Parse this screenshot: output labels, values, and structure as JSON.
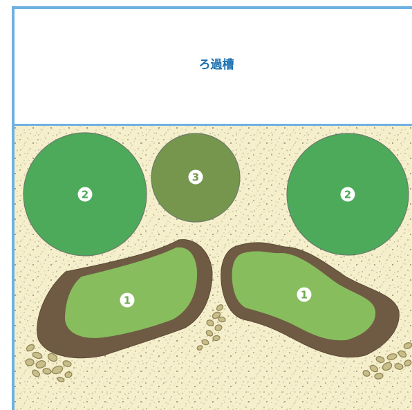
{
  "filter_tank": {
    "label": "ろ過槽"
  },
  "markers": {
    "pond_left": "1",
    "pond_right": "1",
    "tree_left": "2",
    "tree_right": "2",
    "tree_center": "3"
  },
  "colors": {
    "frame_blue": "#6fb0e0",
    "label_blue": "#1a6fb0",
    "sand": "#f6efcb",
    "sand_dots": "#8c8a74",
    "tree_green": "#4caa5a",
    "tree_olive": "#76964e",
    "pond_rim": "#6f5b43",
    "pond_grass": "#88bd5e",
    "stone_fill": "#c9be8a",
    "stone_stroke": "#8f8758"
  }
}
